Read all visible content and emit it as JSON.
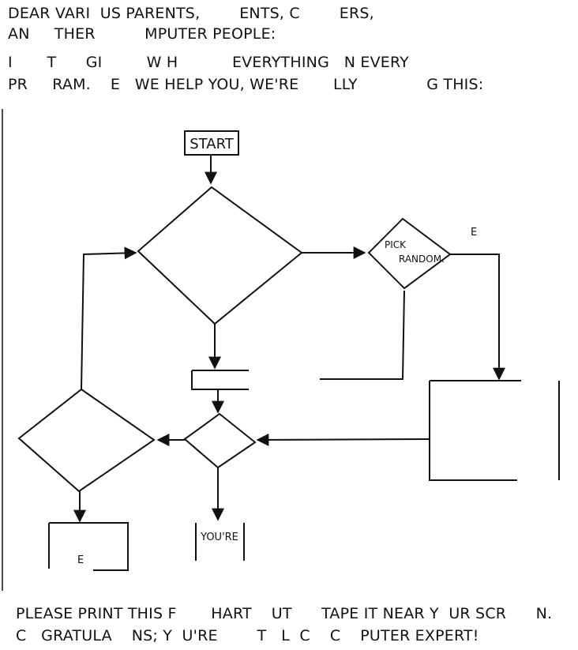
{
  "intro": {
    "line1": "DEAR VARI  US PARENTS,        ENTS, C        ERS,",
    "line2": "AN     THER          MPUTER PEOPLE:",
    "line3": "I       T      GI         W H           EVERYTHING   N EVERY",
    "line4": "PR     RAM.    E   WE HELP YOU, WE'RE       LLY              G THIS:"
  },
  "flowchart": {
    "start": "START",
    "pick_random_1": "PICK",
    "pick_random_2": "RANDOM.",
    "pick_right_label": "E",
    "box_bottom_left": "E",
    "box_bottom_center": "YOU'RE"
  },
  "footer": {
    "line1": "PLEASE PRINT THIS F       HART    UT      TAPE IT NEAR Y  UR SCR      N.",
    "line2": "C   GRATULA    NS; Y  U'RE        T   L  C    C    PUTER EXPERT!"
  }
}
